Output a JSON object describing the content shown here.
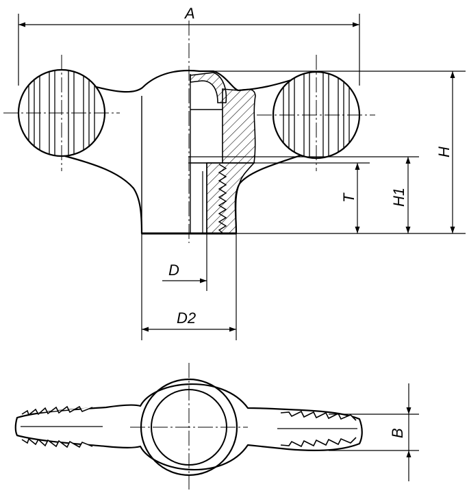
{
  "drawing": {
    "line_color": "#000000",
    "background": "#ffffff",
    "dimension_labels": {
      "A": "A",
      "H": "H",
      "H1": "H1",
      "T": "T",
      "D": "D",
      "D2": "D2",
      "B": "B"
    }
  }
}
